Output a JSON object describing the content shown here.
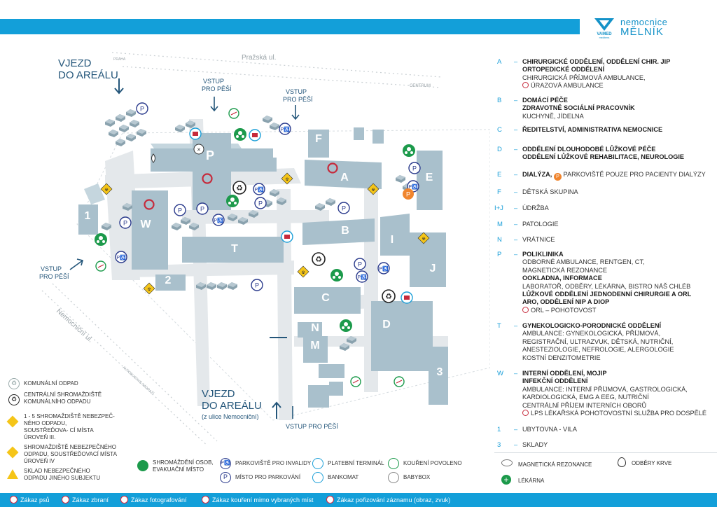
{
  "logo": {
    "brand": "VAMED",
    "brand_sub": "mediterra",
    "name_line1": "nemocnice",
    "name_line2": "MĚLNÍK"
  },
  "map": {
    "street_top": "Pražská ul.",
    "street_left": "Nemocniční ul.",
    "road_praha": "PRAHA",
    "road_centrum": "CENTRUM",
    "road_autobus": "AUTOBUSOVÉ NÁDRAŽÍ",
    "entry_top": {
      "l1": "VJEZD",
      "l2": "DO AREÁLU"
    },
    "entry_bottom": {
      "l1": "VJEZD",
      "l2": "DO AREÁLU",
      "l3": "(z ulice Nemocniční)"
    },
    "pedestrian_1": {
      "l1": "VSTUP",
      "l2": "PRO PĚŠÍ"
    },
    "pedestrian_2": {
      "l1": "VSTUP",
      "l2": "PRO PĚŠÍ"
    },
    "pedestrian_3": {
      "l1": "VSTUP",
      "l2": "PRO PĚŠÍ"
    },
    "pedestrian_bottom": "VSTUP PRO PĚŠÍ",
    "buildings": [
      "P",
      "F",
      "A",
      "E",
      "W",
      "T",
      "B",
      "I",
      "J",
      "C",
      "D",
      "N",
      "M",
      "1",
      "2",
      "3"
    ]
  },
  "legend": {
    "A": {
      "code": "A",
      "l1": "CHIRURGICKÉ ODDĚLENÍ, ODDĚLENÍ CHIR. JIP",
      "l2": "ORTOPEDICKÉ ODDĚLENÍ",
      "l3": "CHIRURGICKÁ PŘÍJMOVÁ AMBULANCE,",
      "l4": "ÚRAZOVÁ AMBULANCE"
    },
    "B": {
      "code": "B",
      "l1": "DOMÁCÍ PÉČE",
      "l2": "ZDRAVOTNĚ SOCIÁLNÍ PRACOVNÍK",
      "l3": "KUCHYNĚ, JÍDELNA"
    },
    "C": {
      "code": "C",
      "l1": "ŘEDITELSTVÍ, ADMINISTRATIVA NEMOCNICE"
    },
    "D": {
      "code": "D",
      "l1": "ODDĚLENÍ DLOUHODOBÉ LŮŽKOVÉ PÉČE",
      "l2": "ODDĚLENÍ LŮŽKOVÉ REHABILITACE, NEUROLOGIE"
    },
    "E": {
      "code": "E",
      "l1": "DIALÝZA,",
      "l2": "PARKOVIŠTĚ POUZE PRO PACIENTY DIALÝZY"
    },
    "F": {
      "code": "F",
      "l1": "DĚTSKÁ SKUPINA"
    },
    "IJ": {
      "code": "I+J",
      "l1": "ÚDRŽBA"
    },
    "M": {
      "code": "M",
      "l1": "PATOLOGIE"
    },
    "N": {
      "code": "N",
      "l1": "VRÁTNICE"
    },
    "P": {
      "code": "P",
      "l1": "POLIKLINIKA",
      "l2": "ODBORNÉ AMBULANCE, RENTGEN, CT,",
      "l3": "MAGNETICKÁ REZONANCE",
      "l4": "OOKLADNA, INFORMACE",
      "l5": "LABORATOŘ, ODBĚRY, LÉKÁRNA, BISTRO NÁŠ CHLÉB",
      "l6": "LŮŽKOVÉ ODDĚLENÍ JEDNODENNÍ CHIRURGIE A ORL",
      "l7": "ARO, ODDĚLENÍ NIP A DIOP",
      "l8": "ORL – POHOTOVOST"
    },
    "T": {
      "code": "T",
      "l1": "GYNEKOLOGICKO-PORODNICKÉ ODDĚLENÍ",
      "l2": "AMBULANCE: GYNEKOLOGICKÁ, PŘÍJMOVÁ,",
      "l3": "REGISTRAČNÍ, ULTRAZVUK, DĚTSKÁ, NUTRIČNÍ,",
      "l4": "ANESTEZIOLOGIE, NEFROLOGIE, ALERGOLOGIE",
      "l5": "KOSTNÍ DENZITOMETRIE"
    },
    "W": {
      "code": "W",
      "l1": "INTERNÍ ODDĚLENÍ, MOJIP",
      "l2": "INFEKČNÍ ODDĚLENÍ",
      "l3": "AMBULANCE: INTERNÍ PŘÍJMOVÁ, GASTROLOGICKÁ,",
      "l4": "KARDIOLOGICKÁ, EMG A EEG, NUTRIČNÍ",
      "l5": "CENTRÁLNÍ PŘÍJEM INTERNÍCH OBORŮ",
      "l6": "LPS LÉKAŘSKÁ POHOTOVOSTNÍ SLUŽBA PRO DOSPĚLÉ"
    },
    "one": {
      "code": "1",
      "l1": "UBYTOVNA - VILA"
    },
    "three": {
      "code": "3",
      "l1": "SKLADY"
    },
    "mri": "MAGNETICKÁ REZONANCE",
    "blood": "ODBĚRY KRVE",
    "pharmacy": "LÉKÁRNA"
  },
  "symbols": {
    "waste": "KOMUNÁLNÍ ODPAD",
    "waste_central": {
      "l1": "CENTRÁLNÍ SHROMAŽDIŠTĚ",
      "l2": "KOMUNÁLNÍHO ODPADU"
    },
    "haz_1_5": {
      "l1": "1 - 5 SHROMAŽDIŠTĚ NEBEZPEČ-",
      "l2": "NÉHO ODPADU,",
      "l3": "SOUSTŘEĎOVA- CÍ MÍSTA",
      "l4": "ÚROVEŇ III."
    },
    "haz_store": {
      "l1": "SHROMAŽDIŠTĚ NEBEZPEČNÉHO",
      "l2": "ODPADU, SOUSTŘEĎOVACÍ MÍSTA",
      "l3": "ÚROVEŇ IV"
    },
    "haz_other": {
      "l1": "SKLAD NEBEZPEČNÉHO",
      "l2": "ODPADU JINÉHO SUBJEKTU"
    },
    "assembly": {
      "l1": "SHROMÁŽDĚNÍ OSOB,",
      "l2": "EVAKUAČNÍ MÍSTO"
    },
    "parking_disabled": "PARKOVIŠTĚ PRO INVALIDY",
    "parking": "MÍSTO PRO PARKOVÁNÍ",
    "terminal": "PLATEBNÍ TERMINÁL",
    "atm": "BANKOMAT",
    "smoking": "KOUŘENÍ POVOLENO",
    "babybox": "BABYBOX"
  },
  "footer": {
    "dogs": "Zákaz psů",
    "weapons": "Zákaz zbraní",
    "photo": "Zákaz fotografování",
    "smoking": "Zákaz kouření mimo vybraných míst",
    "recording": "Zákaz pořizování záznamu (obraz, zvuk)"
  },
  "colors": {
    "accent": "#139fd9",
    "building": "#a9c0cc",
    "building_roof": "#c5d6de",
    "path": "#e4e8eb",
    "marker_red": "#c62a3b",
    "assembly_green": "#1c9a4b",
    "hazard_yellow": "#f5c518",
    "orange": "#f0852e"
  }
}
